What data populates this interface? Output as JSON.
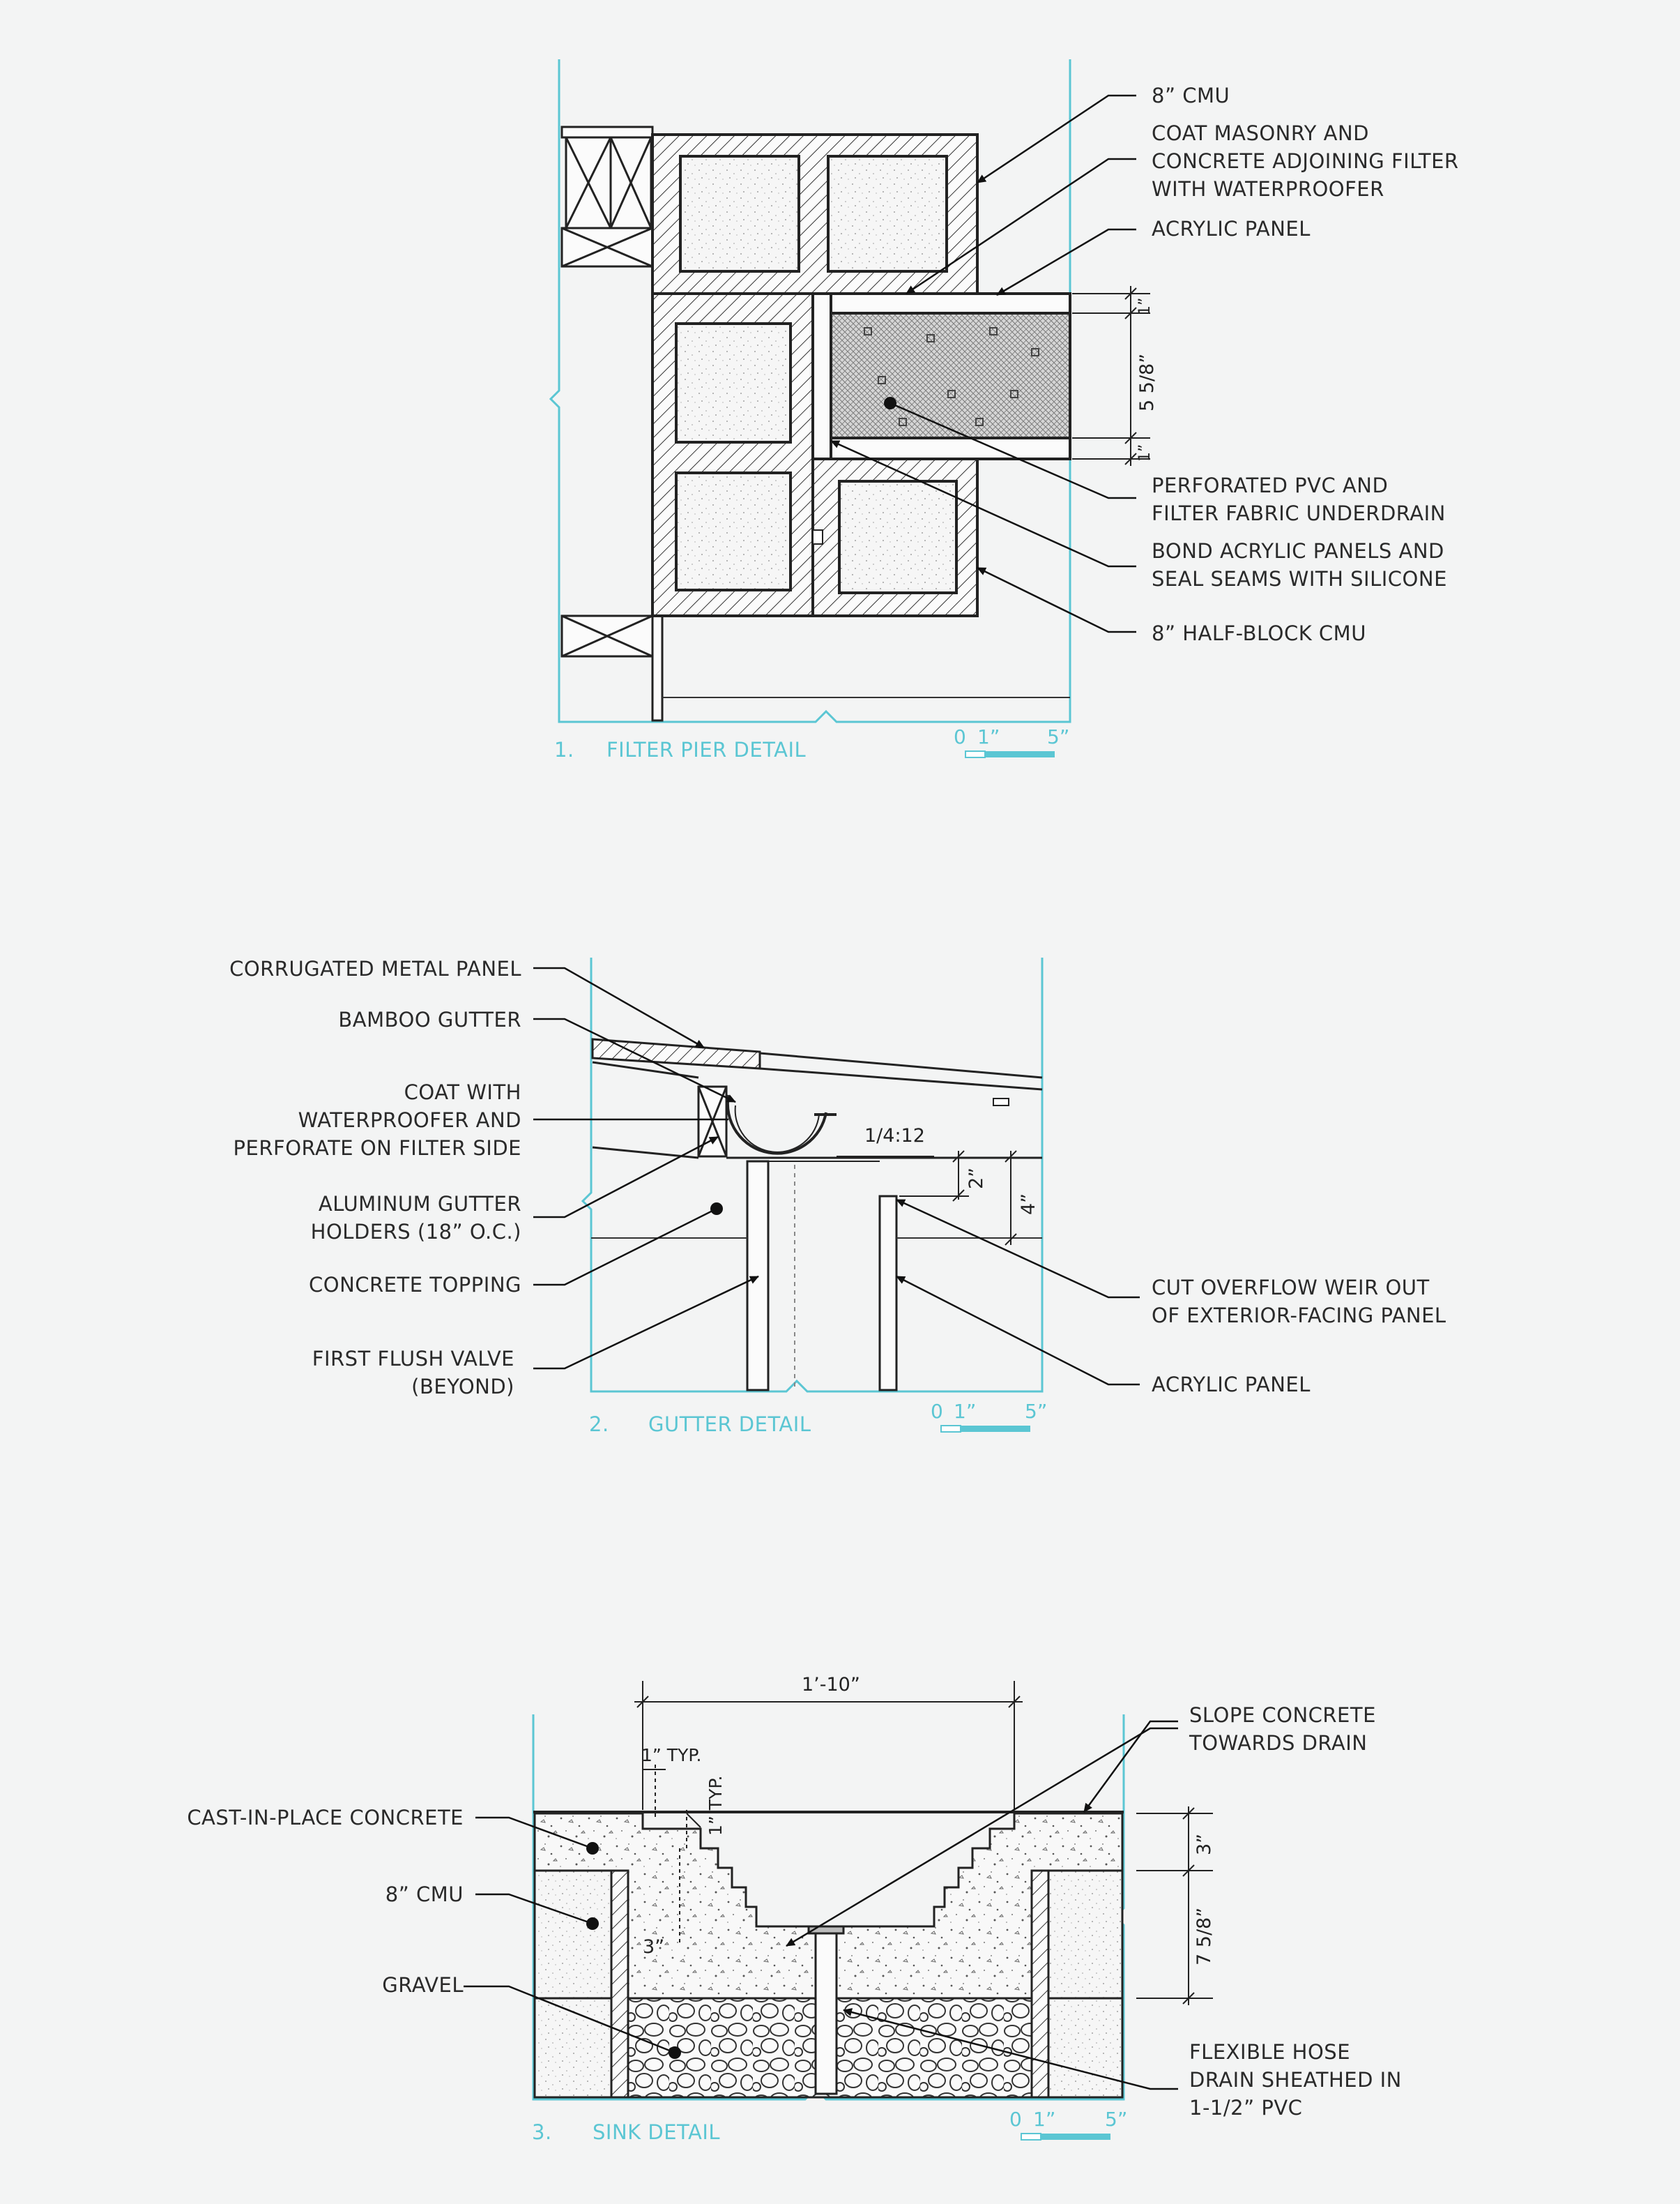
{
  "colors": {
    "frame": "#5bc6d3",
    "ink": "#1e1e1e",
    "paper": "#f3f4f4"
  },
  "details": [
    {
      "number": "1.",
      "title": "FILTER PIER DETAIL",
      "labels": [
        "8” CMU",
        "COAT MASONRY AND\nCONCRETE ADJOINING FILTER\nWITH WATERPROOFER",
        "ACRYLIC PANEL",
        "PERFORATED PVC AND\nFILTER FABRIC UNDERDRAIN",
        "BOND ACRYLIC PANELS AND\nSEAL SEAMS WITH SILICONE",
        "8” HALF-BLOCK CMU"
      ],
      "dims": [
        "1”",
        "5 5/8”",
        "1”"
      ],
      "scale": {
        "zero": "0",
        "one": "1”",
        "five": "5”"
      }
    },
    {
      "number": "2.",
      "title": "GUTTER DETAIL",
      "labels": [
        "CORRUGATED METAL PANEL",
        "BAMBOO GUTTER",
        "COAT WITH\nWATERPROOFER AND\nPERFORATE ON FILTER SIDE",
        "ALUMINUM GUTTER\nHOLDERS (18” O.C.)",
        "CONCRETE TOPPING",
        "FIRST FLUSH VALVE\n(BEYOND)",
        "CUT OVERFLOW WEIR OUT\nOF EXTERIOR-FACING PANEL",
        "ACRYLIC PANEL"
      ],
      "dims": [
        "1/4:12",
        "2”",
        "4”"
      ],
      "scale": {
        "zero": "0",
        "one": "1”",
        "five": "5”"
      }
    },
    {
      "number": "3.",
      "title": "SINK DETAIL",
      "labels": [
        "SLOPE CONCRETE\nTOWARDS DRAIN",
        "CAST-IN-PLACE CONCRETE",
        "8” CMU",
        "GRAVEL",
        "FLEXIBLE HOSE\nDRAIN SHEATHED IN\n1-1/2” PVC"
      ],
      "dims": [
        "1’-10”",
        "1” TYP.",
        "1” TYP.",
        "3”",
        "3”",
        "7 5/8”"
      ],
      "scale": {
        "zero": "0",
        "one": "1”",
        "five": "5”"
      }
    }
  ]
}
